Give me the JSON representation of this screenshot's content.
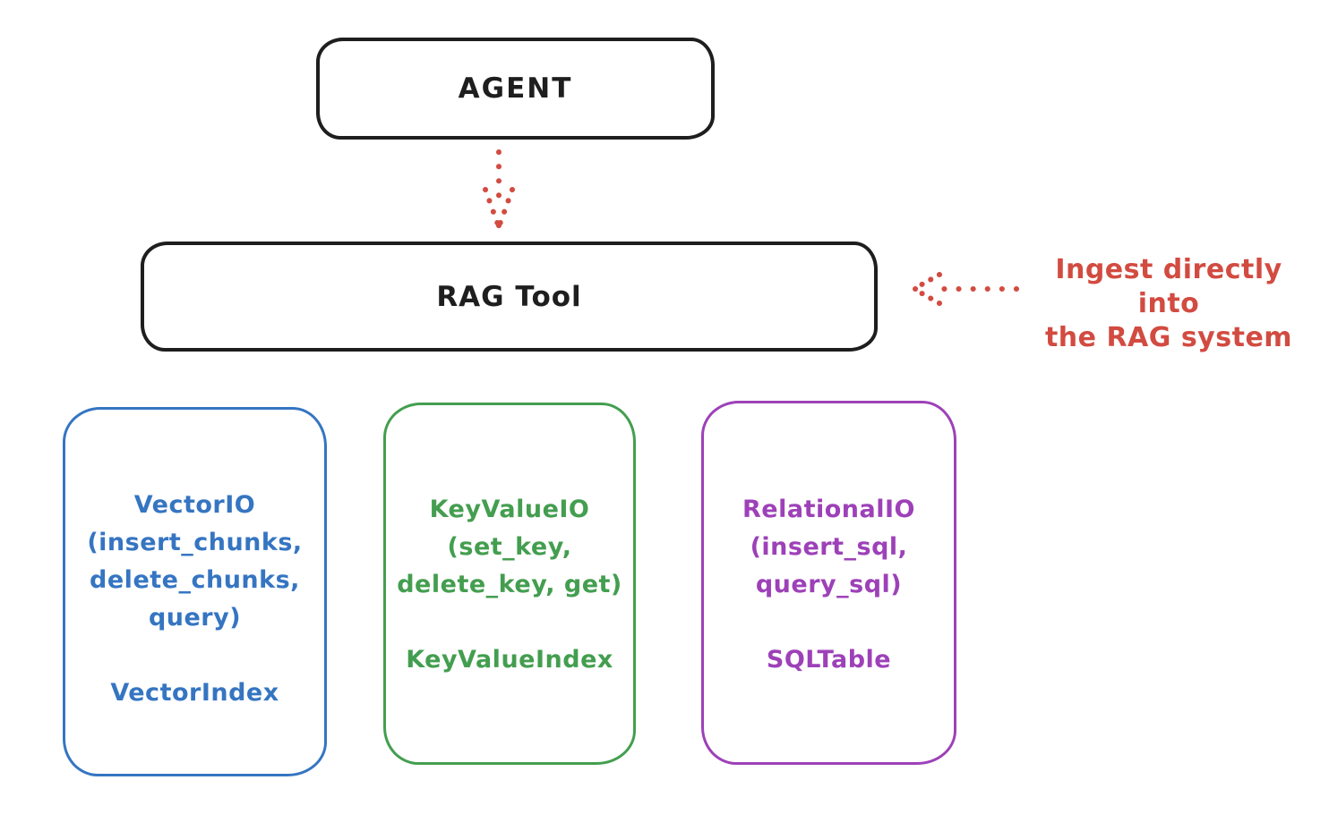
{
  "colors": {
    "ink": "#1e1e1e",
    "red": "#d24b41",
    "blue": "#3575c2",
    "green": "#439e4f",
    "purple": "#9d41b8"
  },
  "agent_box": {
    "label": "AGENT"
  },
  "rag_box": {
    "label": "RAG Tool"
  },
  "ingest_annotation": {
    "line1": "Ingest directly into",
    "line2": "the RAG system"
  },
  "arrows": [
    {
      "name": "agent-to-rag-tool",
      "style": "dotted",
      "color": "#d24b41",
      "direction": "down"
    },
    {
      "name": "ingest-into-rag-tool",
      "style": "dotted",
      "color": "#d24b41",
      "direction": "left"
    }
  ],
  "io_boxes": [
    {
      "color": "#3575c2",
      "lines": [
        "VectorIO",
        "(insert_chunks,",
        "delete_chunks,",
        "query)"
      ],
      "index_label": "VectorIndex"
    },
    {
      "color": "#439e4f",
      "lines": [
        "KeyValueIO",
        "(set_key,",
        "delete_key, get)"
      ],
      "index_label": "KeyValueIndex"
    },
    {
      "color": "#9d41b8",
      "lines": [
        "RelationalIO",
        "(insert_sql,",
        "query_sql)"
      ],
      "index_label": "SQLTable"
    }
  ]
}
